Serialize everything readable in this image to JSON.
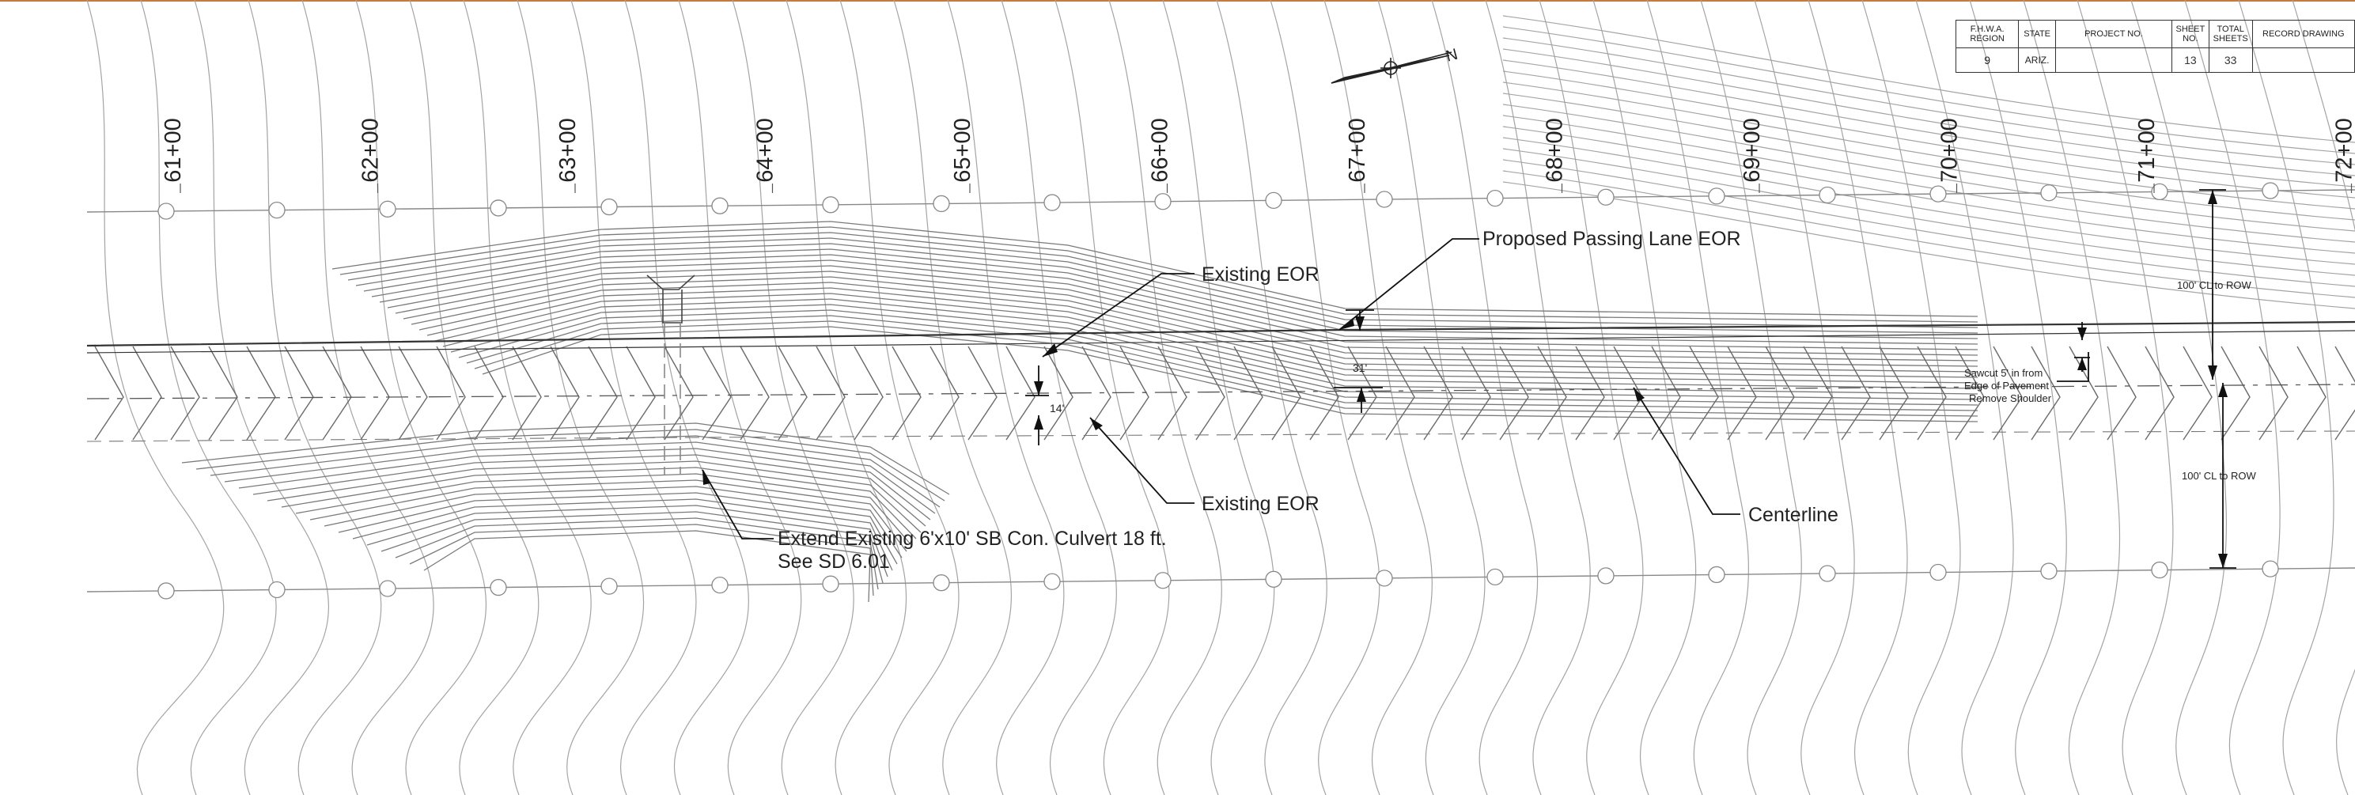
{
  "title_block": {
    "h_region": "F.H.W.A.\nREGION",
    "h_state": "STATE",
    "h_project": "PROJECT NO.",
    "h_sheet": "SHEET\nNO.",
    "h_total": "TOTAL\nSHEETS",
    "h_record": "RECORD DRAWING",
    "v_region": "9",
    "v_state": "ARIZ.",
    "v_project": "",
    "v_sheet": "13",
    "v_total": "33",
    "v_record": ""
  },
  "north_arrow": {
    "label": "N"
  },
  "stations": [
    "61+00",
    "62+00",
    "63+00",
    "64+00",
    "65+00",
    "66+00",
    "67+00",
    "68+00",
    "69+00",
    "70+00",
    "71+00",
    "72+00"
  ],
  "callouts": {
    "proposed_eor": "Proposed Passing Lane EOR",
    "existing_eor_top": "Existing EOR",
    "existing_eor_bottom": "Existing EOR",
    "centerline": "Centerline",
    "culvert_line1": "Extend Existing 6'x10' SB Con. Culvert 18 ft.",
    "culvert_line2": "See SD 6.01"
  },
  "dimensions": {
    "dim_14": "14'",
    "dim_31": "31'",
    "row_top": "100' CL to ROW",
    "row_bottom": "100' CL to ROW",
    "sawcut_line1": "Sawcut 5' in from",
    "sawcut_line2": "Edge of Pavement",
    "sawcut_line3": "Remove Shoulder"
  },
  "colors": {
    "contour": "#9a9a9a",
    "line": "#222222",
    "accent": "#c87a3a"
  }
}
